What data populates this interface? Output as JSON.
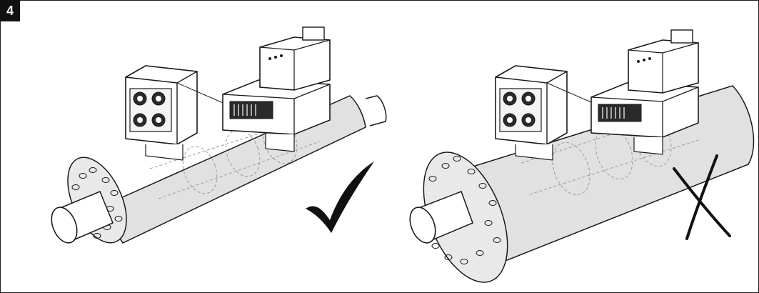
{
  "figure": {
    "number": "4"
  },
  "panels": [
    {
      "id": "correct",
      "mark": "check-mark-icon"
    },
    {
      "id": "incorrect",
      "mark": "cross-mark-icon"
    }
  ],
  "colors": {
    "ink": "#1a1a1a",
    "insulation": "#e1e1e1",
    "pipe": "#ffffff",
    "badge": "#111111"
  }
}
